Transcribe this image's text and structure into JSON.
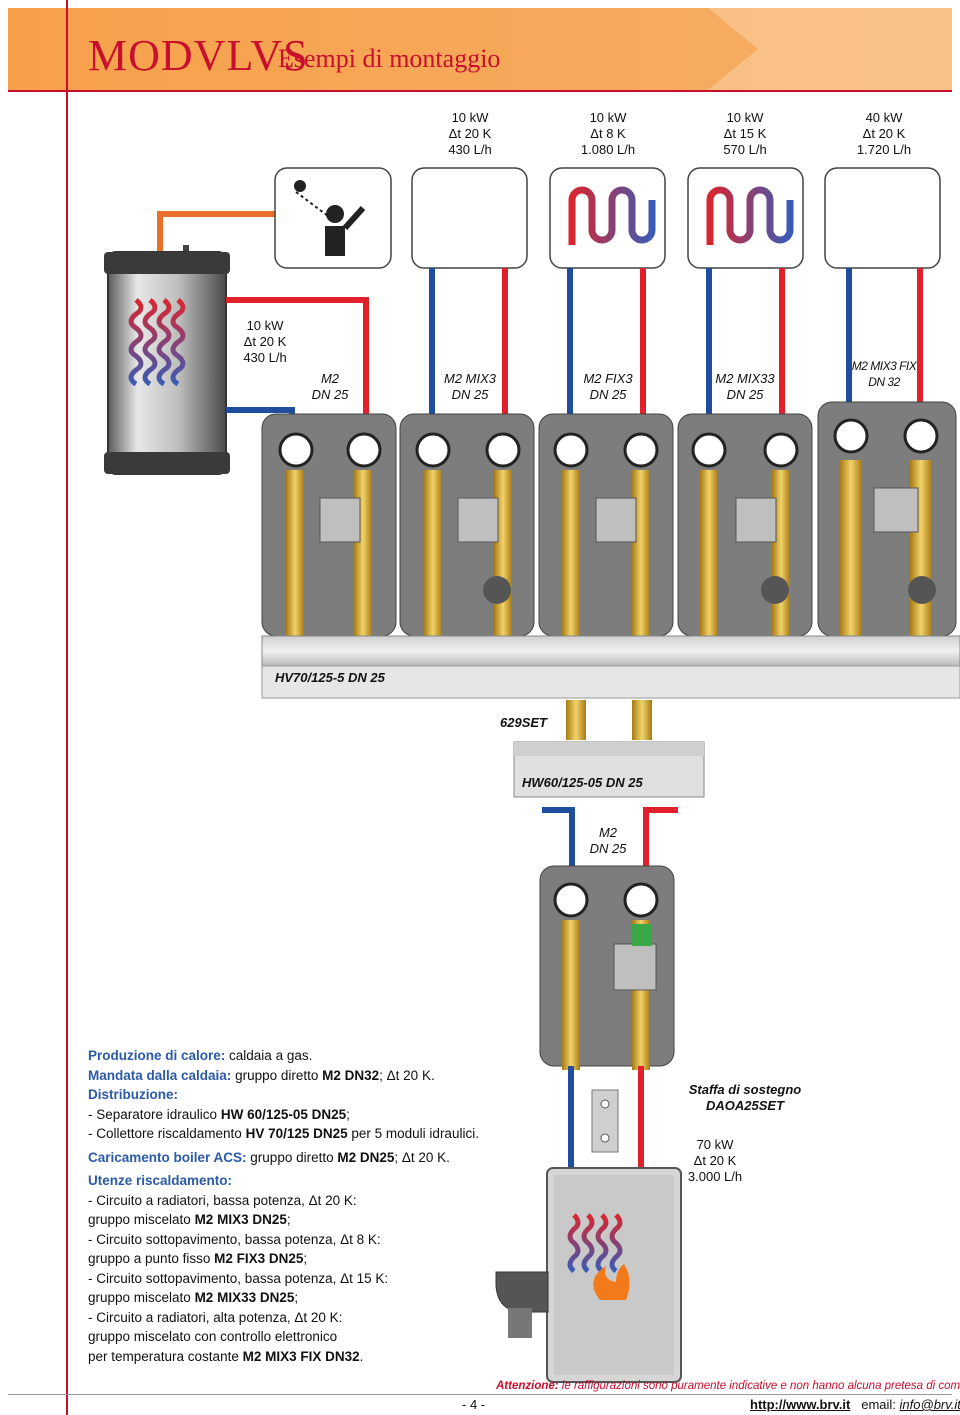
{
  "header": {
    "brand": "MODVLVS",
    "subtitle": "Esempi di montaggio"
  },
  "circuits": [
    {
      "power": "10 kW",
      "delta": "Δt 20 K",
      "flow": "430 L/h",
      "model": "M2 MIX3",
      "dn": "DN 25"
    },
    {
      "power": "10 kW",
      "delta": "Δt 8 K",
      "flow": "1.080 L/h",
      "model": "M2 FIX3",
      "dn": "DN 25"
    },
    {
      "power": "10 kW",
      "delta": "Δt 15 K",
      "flow": "570 L/h",
      "model": "M2 MIX33",
      "dn": "DN 25"
    },
    {
      "power": "40 kW",
      "delta": "Δt 20 K",
      "flow": "1.720 L/h",
      "model": "M2 MIX3 FIX",
      "dn": "DN 32"
    }
  ],
  "boiler_circuit": {
    "power": "10 kW",
    "delta": "Δt 20 K",
    "flow": "430 L/h",
    "model": "M2",
    "dn": "DN 25"
  },
  "manifold_label": "HV70/125-5  DN 25",
  "set_label": "629SET",
  "separator_label": "HW60/125-05  DN 25",
  "main_group": {
    "model": "M2",
    "dn": "DN 25"
  },
  "bracket": {
    "line1": "Staffa di sostegno",
    "line2": "DAOA25SET"
  },
  "source": {
    "power": "70 kW",
    "delta": "Δt 20 K",
    "flow": "3.000 L/h"
  },
  "description": {
    "prod_label": "Produzione di calore:",
    "prod_text": " caldaia a gas.",
    "mand_label": "Mandata dalla caldaia:",
    "mand_text1": " gruppo diretto ",
    "mand_bold": "M2 DN32",
    "mand_text2": "; Δt 20 K.",
    "distr_label": "Distribuzione:",
    "distr_1a": "- Separatore idraulico ",
    "distr_1b": "HW 60/125-05 DN25",
    "distr_1c": ";",
    "distr_2a": "- Collettore riscaldamento ",
    "distr_2b": "HV 70/125 DN25",
    "distr_2c": " per 5 moduli idraulici.",
    "car_label": "Caricamento boiler ACS:",
    "car_text1": " gruppo diretto ",
    "car_bold": "M2 DN25",
    "car_text2": "; Δt 20 K.",
    "ut_label": "Utenze riscaldamento:",
    "ut_1": "- Circuito a radiatori, bassa potenza, Δt 20 K:",
    "ut_2a": "gruppo miscelato ",
    "ut_2b": "M2 MIX3 DN25",
    "ut_2c": ";",
    "ut_3": "- Circuito sottopavimento, bassa potenza, Δt 8 K:",
    "ut_4a": "gruppo a punto fisso ",
    "ut_4b": "M2 FIX3 DN25",
    "ut_4c": ";",
    "ut_5": "- Circuito sottopavimento, bassa potenza, Δt 15 K:",
    "ut_6a": "gruppo miscelato ",
    "ut_6b": "M2 MIX33 DN25",
    "ut_6c": ";",
    "ut_7": "- Circuito a radiatori, alta potenza, Δt 20 K:",
    "ut_8": "gruppo miscelato con controllo elettronico",
    "ut_9a": "per temperatura costante ",
    "ut_9b": "M2 MIX3 FIX DN32",
    "ut_9c": "."
  },
  "footer": {
    "note_label": "Attenzione:",
    "note_text": " le raffigurazioni sono puramente indicative e non hanno alcuna pretesa di completezza.",
    "page": "- 4 -",
    "website": "http://www.brv.it",
    "email_label": "email:",
    "email": "info@brv.it"
  },
  "colors": {
    "accent": "#c8102e",
    "header_orange": "#f39a3a",
    "hot": "#e0202a",
    "cold": "#1f4e9e",
    "brass": "#d4a52a",
    "heading_blue": "#2a5aa8"
  }
}
